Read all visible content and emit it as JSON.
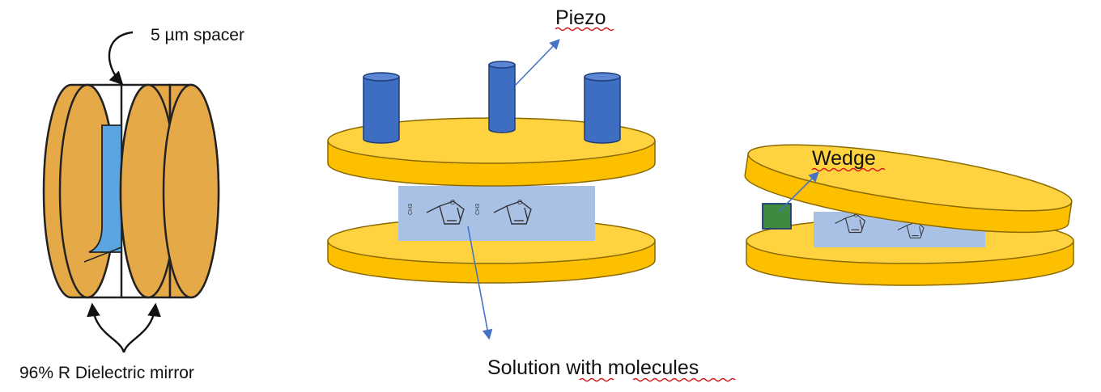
{
  "labels": {
    "spacer": "5 µm spacer",
    "mirror": "96% R Dielectric mirror",
    "piezo": "Piezo",
    "solution": "Solution with molecules",
    "wedge": "Wedge",
    "molecule_substituent": "CH3"
  },
  "colors": {
    "mirror_orange": "#e6a948",
    "disk_gold": "#fdc000",
    "disk_gold_top": "#ffd23f",
    "piezo_blue": "#3e6ec2",
    "cavity_blue": "#5aa5e0",
    "solution_blue": "#aac1e6",
    "arrow_blue": "#4472c4",
    "wedge_green": "#3f8a3c",
    "spellcheck_red": "#d11a1a"
  },
  "icons": {
    "molecule": "furan-ring-molecule-icon",
    "piezo": "cylinder-icon"
  }
}
